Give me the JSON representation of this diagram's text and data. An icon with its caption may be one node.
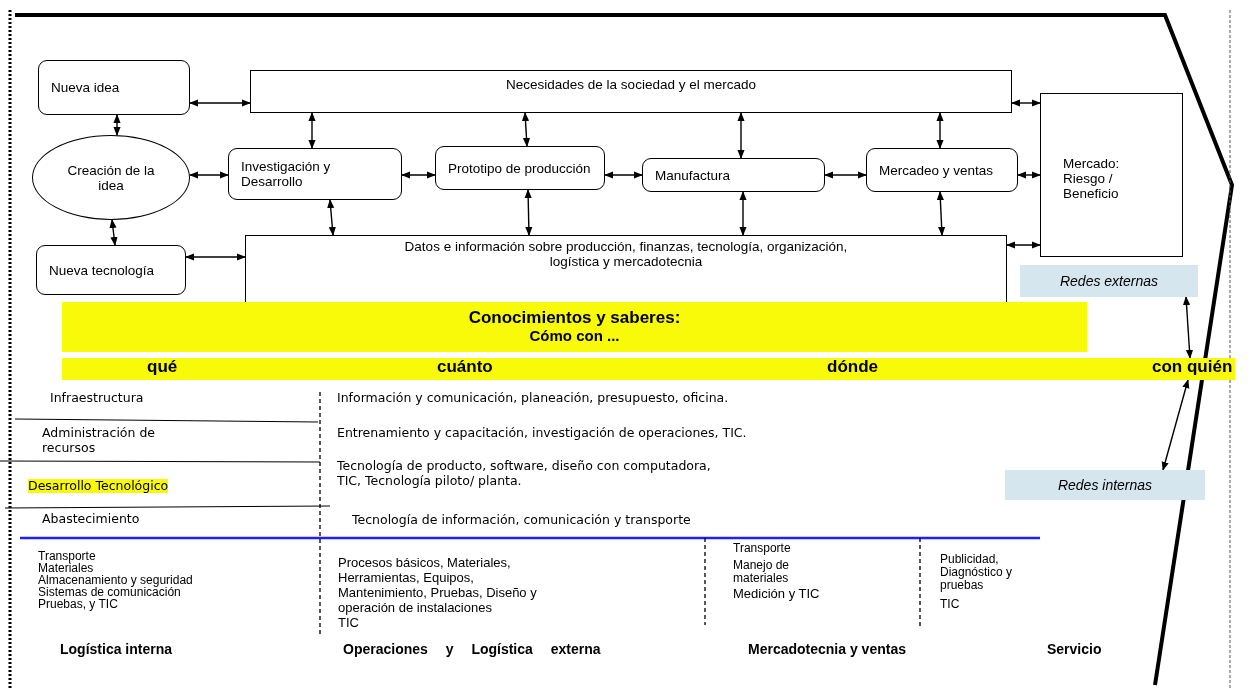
{
  "diagram": {
    "nodes": [
      {
        "text": [
          "Nueva idea"
        ]
      },
      {
        "text": [
          "Necesidades de la sociedad y el mercado"
        ]
      },
      {
        "text": [
          "Creación de la idea"
        ]
      },
      {
        "text": [
          "Investigación y Desarrollo"
        ]
      },
      {
        "text": [
          "Prototipo de producción"
        ]
      },
      {
        "text": [
          "Manufactura"
        ]
      },
      {
        "text": [
          "Mercadeo y ventas"
        ]
      },
      {
        "text": [
          "Mercado: Riesgo / Beneficio"
        ]
      },
      {
        "text": [
          "Nueva tecnología"
        ]
      },
      {
        "text": [
          "Datos e información sobre producción, finanzas, tecnología, organización, logística y mercadotecnia"
        ]
      },
      {
        "text": [
          "Redes externas"
        ]
      },
      {
        "text": [
          "Conocimientos y saberes:",
          "Cómo con ..."
        ]
      },
      {
        "text": [
          "qué",
          "cuánto",
          "dónde",
          "con quién"
        ]
      },
      {
        "text": [
          "Redes internas"
        ]
      }
    ],
    "edges": [
      {
        "from": 0,
        "to": 1,
        "arrow": "both"
      },
      {
        "from": 0,
        "to": 2,
        "arrow": "both"
      },
      {
        "from": 2,
        "to": 3,
        "arrow": "both"
      },
      {
        "from": 2,
        "to": 8,
        "arrow": "both"
      },
      {
        "from": 1,
        "to": 3,
        "arrow": "both"
      },
      {
        "from": 1,
        "to": 4,
        "arrow": "both"
      },
      {
        "from": 1,
        "to": 5,
        "arrow": "both"
      },
      {
        "from": 1,
        "to": 6,
        "arrow": "both"
      },
      {
        "from": 3,
        "to": 4,
        "arrow": "both"
      },
      {
        "from": 4,
        "to": 5,
        "arrow": "both"
      },
      {
        "from": 5,
        "to": 6,
        "arrow": "both"
      },
      {
        "from": 6,
        "to": 7,
        "arrow": "both"
      },
      {
        "from": 1,
        "to": 7,
        "arrow": "both"
      },
      {
        "from": 3,
        "to": 9,
        "arrow": "both"
      },
      {
        "from": 4,
        "to": 9,
        "arrow": "both"
      },
      {
        "from": 5,
        "to": 9,
        "arrow": "both"
      },
      {
        "from": 6,
        "to": 9,
        "arrow": "both"
      },
      {
        "from": 8,
        "to": 9,
        "arrow": "both"
      },
      {
        "from": 9,
        "to": 7,
        "arrow": "both"
      },
      {
        "from": 10,
        "to": 12,
        "arrow": "both"
      },
      {
        "from": 12,
        "to": 13,
        "arrow": "both"
      }
    ],
    "labels": [
      "Infraestructura",
      "Información y comunicación, planeación, presupuesto, oficina.",
      "Administración de recursos",
      "Entrenamiento y capacitación, investigación de operaciones, TIC.",
      "Desarrollo Tecnológico",
      "Tecnología de producto, software, diseño con computadora, TIC, Tecnología piloto/ planta.",
      "Abastecimiento",
      "Tecnología de información, comunicación y transporte",
      "Transporte",
      "Materiales",
      "Almacenamiento y seguridad",
      "Sistemas de comunicación",
      "Pruebas, y TIC",
      "Procesos básicos, Materiales, Herramientas, Equipos, Mantenimiento, Pruebas, Diseño y operación de instalaciones",
      "TIC",
      "Transporte",
      "Manejo de materiales",
      "Medición y TIC",
      "Publicidad, Diagnóstico y pruebas",
      "TIC",
      "Logística interna",
      "Operaciones y Logística externa",
      "Mercadotecnia y ventas",
      "Servicio"
    ]
  }
}
